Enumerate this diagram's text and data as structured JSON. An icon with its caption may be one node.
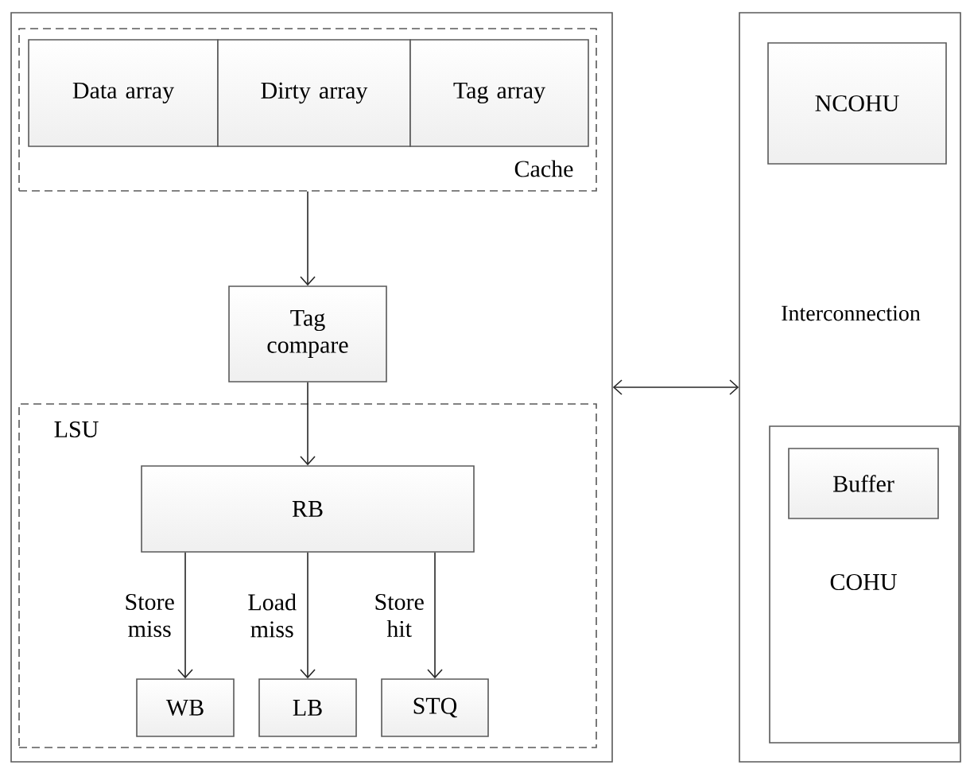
{
  "diagram": {
    "nodes": [
      {
        "text": [],
        "shape": "box"
      },
      {
        "text": [
          "Cache"
        ],
        "in": 0
      },
      {
        "text": [
          "Data array"
        ],
        "in": 1
      },
      {
        "text": [
          "Dirty array"
        ],
        "in": 1
      },
      {
        "text": [
          "Tag array"
        ],
        "in": 1
      },
      {
        "text": [
          "Tag compare"
        ],
        "in": 0
      },
      {
        "text": [
          "LSU"
        ],
        "in": 0
      },
      {
        "text": [
          "RB"
        ],
        "in": 6
      },
      {
        "text": [
          "WB"
        ],
        "in": 6
      },
      {
        "text": [
          "LB"
        ],
        "in": 6
      },
      {
        "text": [
          "STQ"
        ],
        "in": 6
      },
      {
        "text": [
          "Interconnection"
        ]
      },
      {
        "text": [
          "NCOHU"
        ],
        "in": 11
      },
      {
        "text": [
          "COHU"
        ],
        "in": 11
      },
      {
        "text": [
          "Buffer"
        ],
        "in": 13
      }
    ],
    "edges": [
      {
        "from": 1,
        "to": 5,
        "arrow": "to"
      },
      {
        "from": 5,
        "to": 7,
        "arrow": "to"
      },
      {
        "from": 7,
        "to": 8,
        "arrow": "to",
        "label": "Store miss"
      },
      {
        "from": 7,
        "to": 9,
        "arrow": "to",
        "label": "Load miss"
      },
      {
        "from": 7,
        "to": 10,
        "arrow": "to",
        "label": "Store hit"
      },
      {
        "from": 0,
        "to": 11,
        "arrow": "both"
      }
    ]
  }
}
